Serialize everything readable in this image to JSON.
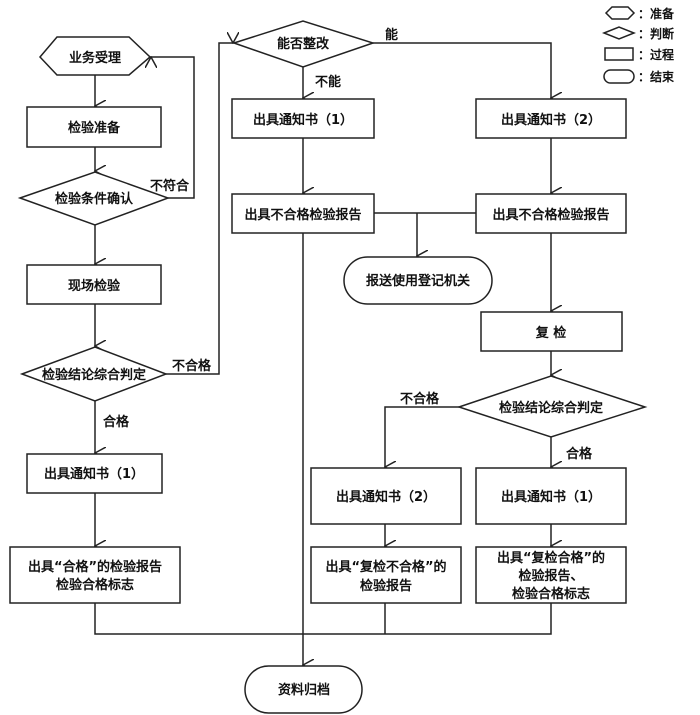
{
  "legend": [
    {
      "shape": "hexagon",
      "label": "：准备"
    },
    {
      "shape": "diamond",
      "label": "：判断"
    },
    {
      "shape": "rectangle",
      "label": "：过程"
    },
    {
      "shape": "rounded",
      "label": "：结束"
    }
  ],
  "nodes": {
    "start": "业务受理",
    "prepare": "检验准备",
    "confirm": "检验条件确认",
    "onsite": "现场检验",
    "judge1": "检验结论综合判定",
    "notice1_pass": "出具通知书（1）",
    "report_pass_line1": "出具“合格”的检验报告",
    "report_pass_line2": "检验合格标志",
    "can_fix": "能否整改",
    "notice_a1": "出具通知书（1）",
    "notice_a2": "出具通知书（2）",
    "fail_report_a": "出具不合格检验报告",
    "fail_report_b": "出具不合格检验报告",
    "send_registry": "报送使用登记机关",
    "recheck": "复 检",
    "judge2": "检验结论综合判定",
    "notice_b2": "出具通知书（2）",
    "notice_b1": "出具通知书（1）",
    "recheck_fail_line1": "出具“复检不合格”的",
    "recheck_fail_line2": "检验报告",
    "recheck_pass_line1": "出具“复检合格”的",
    "recheck_pass_line2": "检验报告、",
    "recheck_pass_line3": "检验合格标志",
    "archive": "资料归档"
  },
  "edge_labels": {
    "not_conform": "不符合",
    "fail1": "不合格",
    "pass1": "合格",
    "can": "能",
    "cannot": "不能",
    "fail2": "不合格",
    "pass2": "合格"
  }
}
